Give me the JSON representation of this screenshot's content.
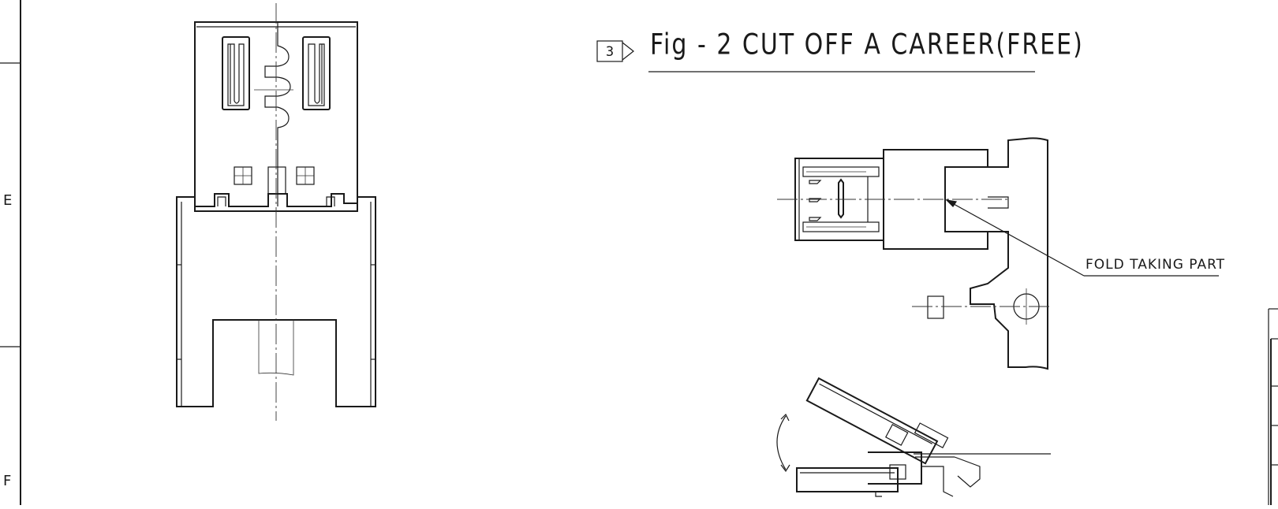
{
  "border": {
    "zone_labels": [
      "E",
      "F"
    ]
  },
  "figure2": {
    "note_number": "3",
    "title": "Fig - 2  CUT OFF A CAREER(FREE)",
    "callout": "FOLD TAKING PART"
  }
}
